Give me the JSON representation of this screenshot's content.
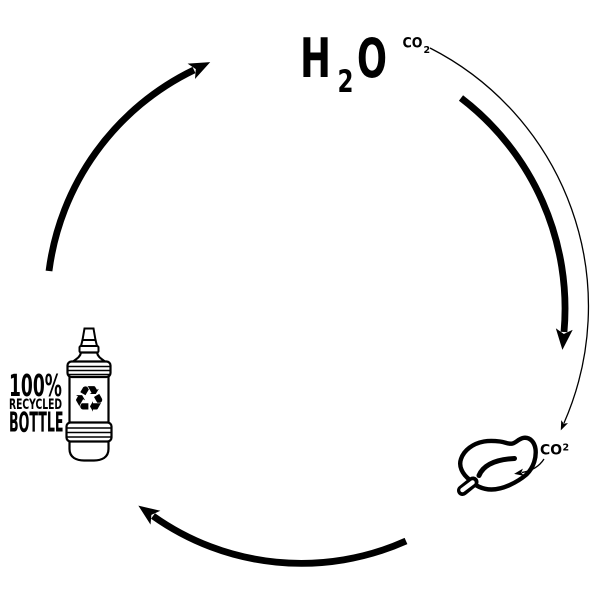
{
  "colors": {
    "ink": "#000000",
    "background": "#ffffff"
  },
  "cycle": {
    "water": {
      "h": "H",
      "sub": "2",
      "o": "O"
    },
    "co2_top": {
      "text": "CO",
      "sub": "2"
    },
    "co2_leaf": {
      "text": "CO",
      "sup": "2"
    },
    "bottle_label": {
      "line1": "100%",
      "line2": "RECYCLED",
      "line3": "BOTTLE"
    },
    "icons": {
      "recycle_symbol": "♻"
    }
  }
}
